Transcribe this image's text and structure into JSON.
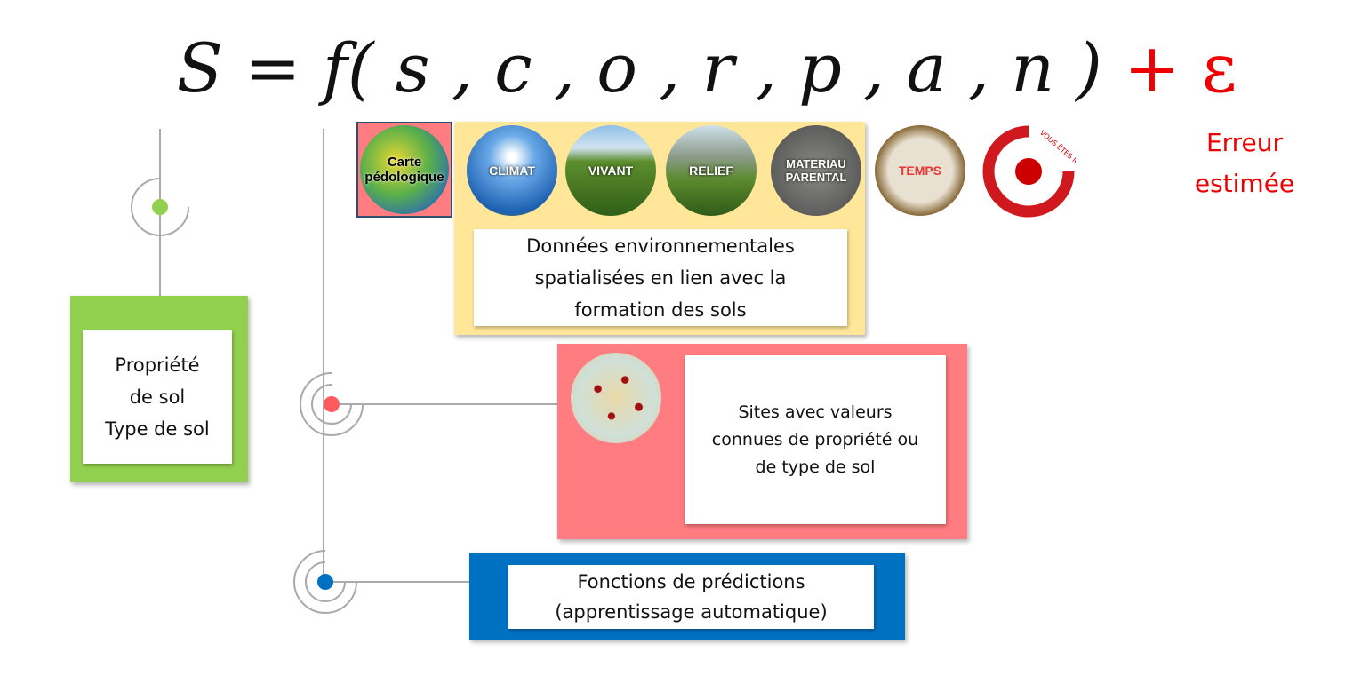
{
  "formula": {
    "lhs": "S = f( s , c , o , r , p , a , n )",
    "error_term": "+ ε"
  },
  "error_label": "Erreur\nestimée",
  "soil_property_box": "Propriété\nde sol\nType de sol",
  "factors": [
    {
      "label": "Carte\npédologique"
    },
    {
      "label": "CLIMAT"
    },
    {
      "label": "VIVANT"
    },
    {
      "label": "RELIEF"
    },
    {
      "label": "MATERIAU\nPARENTAL"
    },
    {
      "label": "TEMPS"
    },
    {
      "label": "VOUS ÊTES ICI"
    }
  ],
  "env_data_box": "Données environnementales\nspatialisées en lien avec la\nformation des sols",
  "sites_box": "Sites avec valeurs\nconnues de propriété ou\nde type de sol",
  "functions_box": "Fonctions de prédictions\n(apprentissage automatique)",
  "colors": {
    "green": "#92d050",
    "yellow": "#ffe699",
    "red": "#ff7c80",
    "blue": "#0070c0",
    "error": "#e00000"
  }
}
